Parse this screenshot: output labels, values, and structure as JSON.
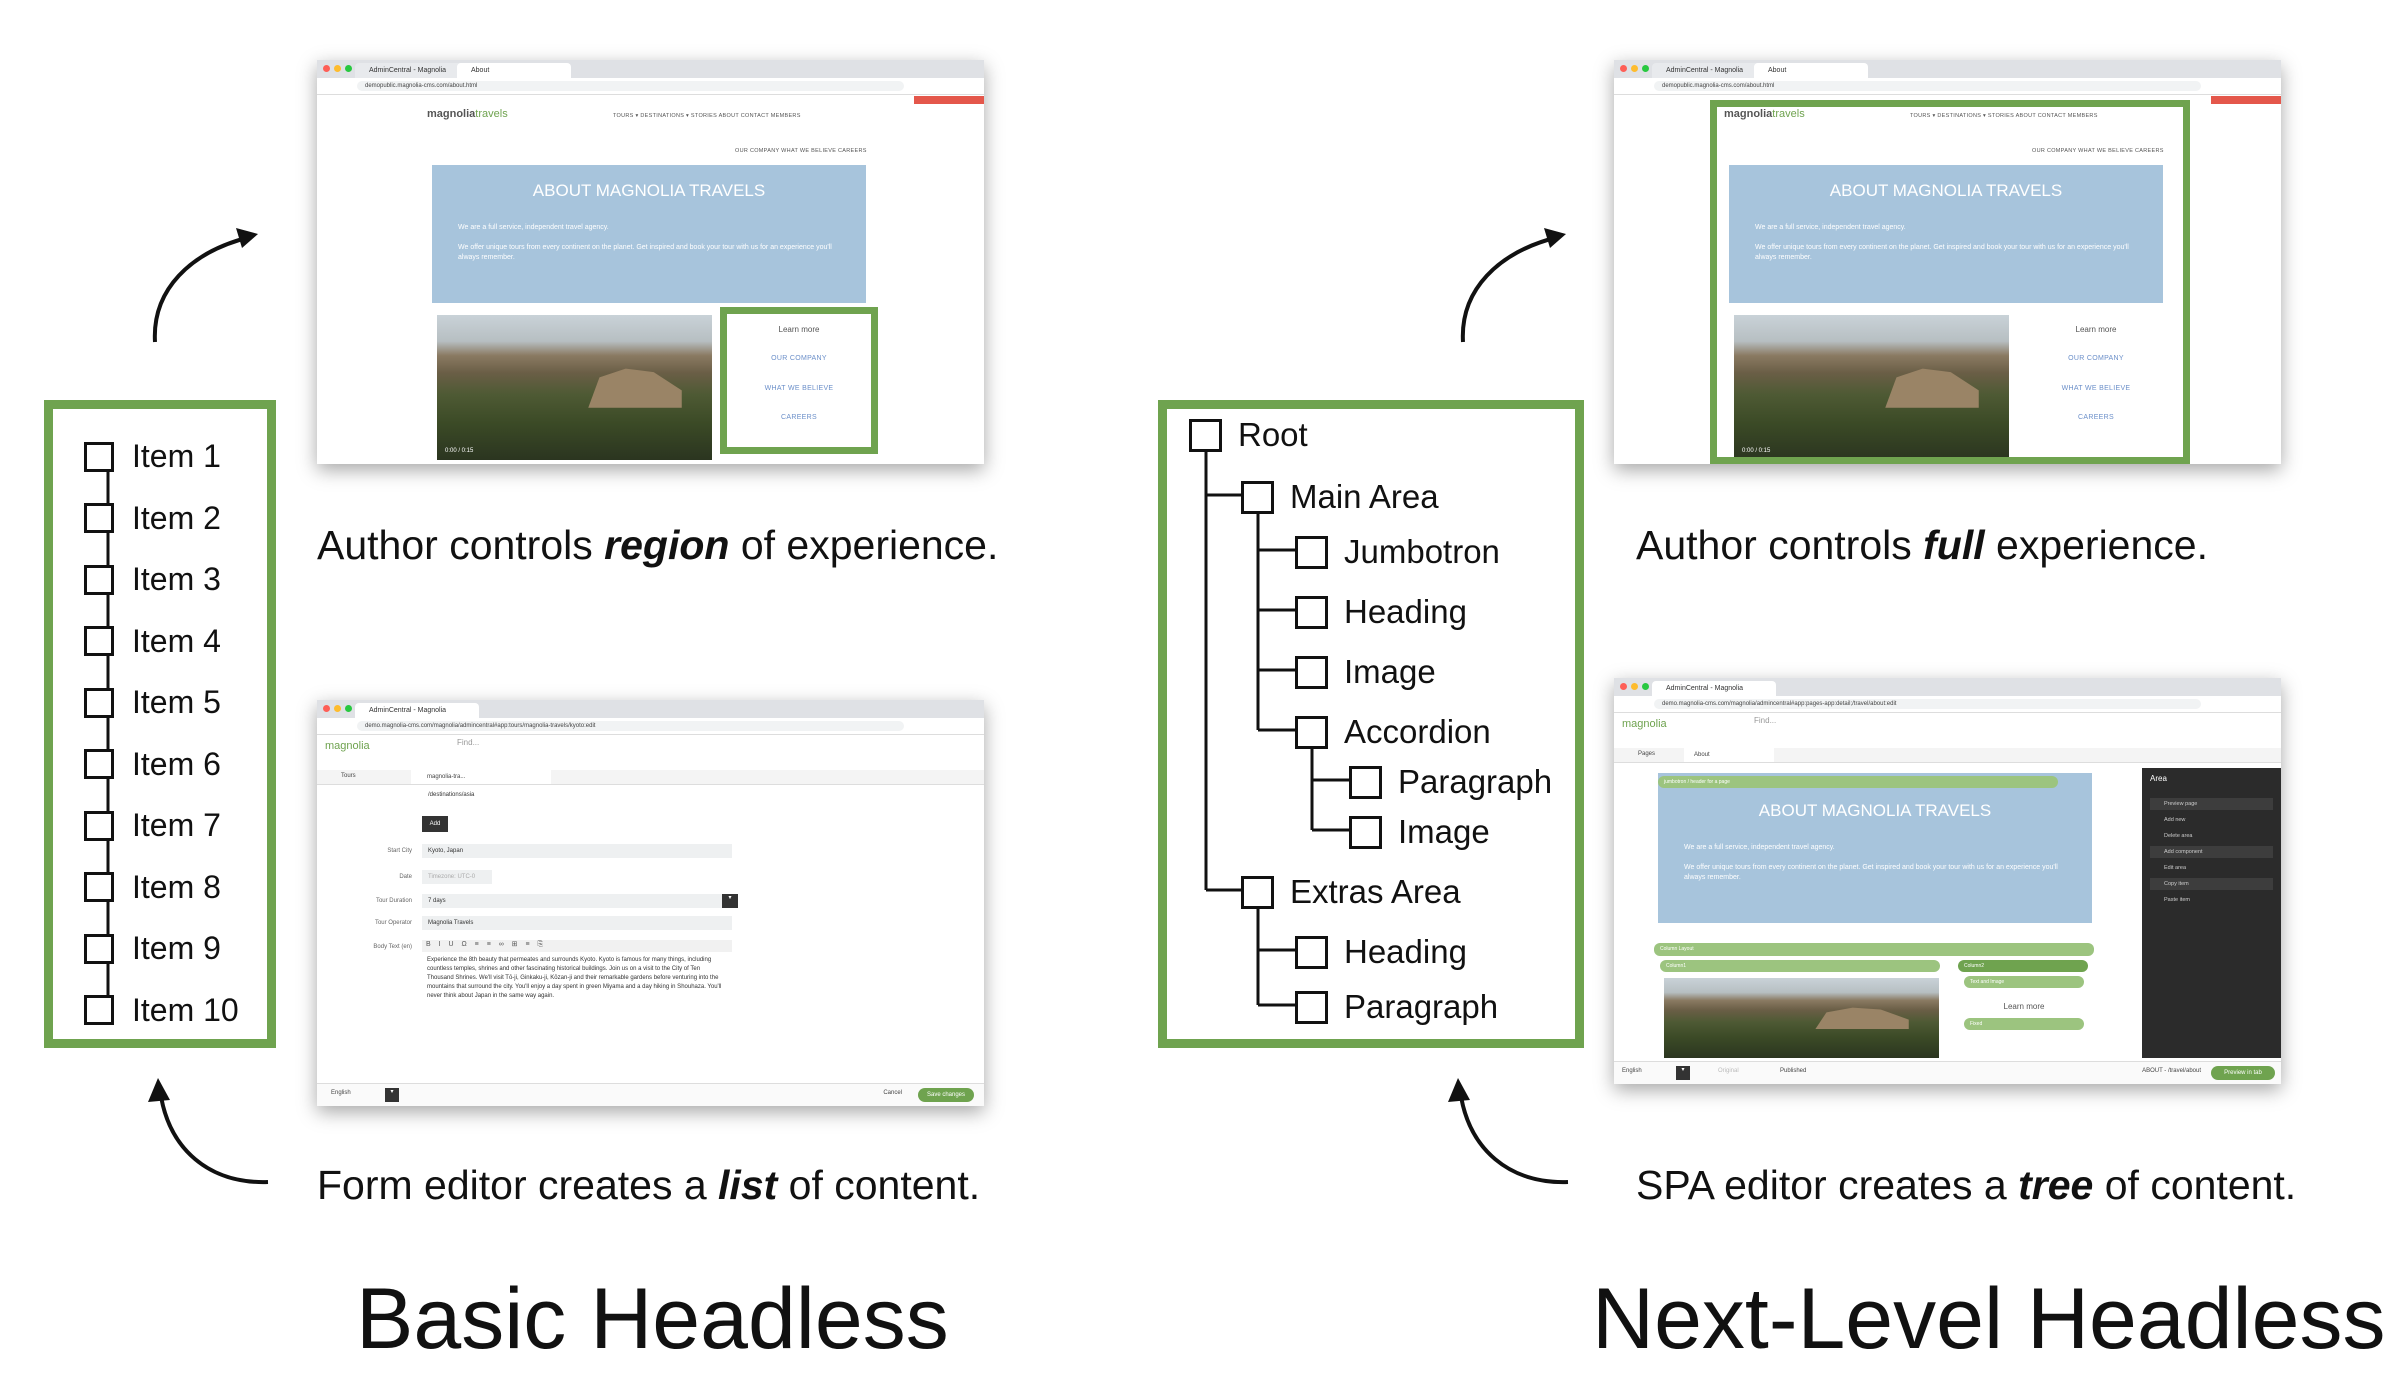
{
  "left": {
    "list_items": [
      "Item 1",
      "Item 2",
      "Item 3",
      "Item 4",
      "Item 5",
      "Item 6",
      "Item 7",
      "Item 8",
      "Item 9",
      "Item 10"
    ],
    "caption_top": {
      "pre": "Author controls ",
      "em": "region",
      "post": " of experience."
    },
    "caption_bottom": {
      "pre": "Form editor creates a ",
      "em": "list",
      "post": " of content."
    },
    "title": "Basic Headless"
  },
  "right": {
    "tree": {
      "root": "Root",
      "main_area": "Main Area",
      "jumbotron": "Jumbotron",
      "heading1": "Heading",
      "image1": "Image",
      "accordion": "Accordion",
      "paragraph1": "Paragraph",
      "image2": "Image",
      "extras_area": "Extras Area",
      "heading2": "Heading",
      "paragraph2": "Paragraph"
    },
    "caption_top": {
      "pre": "Author controls ",
      "em": "full",
      "post": " experience."
    },
    "caption_bottom": {
      "pre": "SPA editor creates a ",
      "em": "tree",
      "post": " of content."
    },
    "title": "Next-Level Headless"
  },
  "site_shot": {
    "tab1": "AdminCentral - Magnolia",
    "tab2": "About",
    "url": "demopublic.magnolia-cms.com/about.html",
    "logo_a": "magnolia",
    "logo_b": "travels",
    "nav": "TOURS ▾   DESTINATIONS ▾   STORIES   ABOUT   CONTACT   MEMBERS",
    "subnav": "OUR COMPANY    WHAT WE BELIEVE    CAREERS",
    "hero_title": "ABOUT MAGNOLIA TRAVELS",
    "hero_p1": "We are a full service, independent travel agency.",
    "hero_p2": "We offer unique tours from every continent on the planet. Get inspired and book your tour with us for an experience you'll always remember.",
    "video_time": "0:00 / 0:15",
    "learn_more": "Learn more",
    "links": [
      "OUR COMPANY",
      "WHAT WE BELIEVE",
      "CAREERS"
    ]
  },
  "form_shot": {
    "url": "demo.magnolia-cms.com/magnolia/admincentral#app:tours/magnolia-travels/kyoto:edit",
    "logo": "magnolia",
    "find": "Find...",
    "tab_tours": "Tours",
    "tab_edit": "magnolia-tra...",
    "destination": "/destinations/asia",
    "add": "Add",
    "labels": [
      "Start City",
      "Date",
      "Tour Duration",
      "Tour Operator",
      "Body Text (en)"
    ],
    "values": [
      "Kyoto, Japan",
      "Timezone: UTC-0",
      "7 days",
      "Magnolia Travels"
    ],
    "body": "Experience the 8th beauty that permeates and surrounds Kyoto. Kyoto is famous for many things, including countless temples, shrines and other fascinating historical buildings. Join us on a visit to the City of Ten Thousand Shrines. We'll visit Tō-ji, Ginkaku-ji, Kōzan-ji and their remarkable gardens before venturing into the mountains that surround the city. You'll enjoy a day spent in green Miyama and a day hiking in Shouhaza. You'll never think about Japan in the same way again.",
    "language": "English",
    "cancel": "Cancel",
    "save": "Save changes"
  },
  "spa_shot": {
    "url": "demo.magnolia-cms.com/magnolia/admincentral#app:pages-app:detail;/travel/about:edit",
    "tab_pages": "Pages",
    "tab_about": "About",
    "chip_top": "jumbotron / header for a page",
    "chip_col": "Column Layout",
    "chip_col1": "Column1",
    "chip_col2": "Column2",
    "chip_text": "Text and Image",
    "chip_fixed": "Fixed",
    "panel_title": "Area",
    "panel_rows": [
      "Preview page",
      "Add new",
      "Delete area",
      "Add component",
      "Edit area",
      "Copy item",
      "Paste item"
    ],
    "footer_lang": "English",
    "footer_orig": "Original",
    "footer_status": "Published",
    "footer_path": "ABOUT - /travel/about",
    "preview_btn": "Preview in tab"
  },
  "colors": {
    "accent_green": "#6fa34f",
    "hero_blue": "#a7c4dc",
    "link_blue": "#6b8fc9"
  }
}
